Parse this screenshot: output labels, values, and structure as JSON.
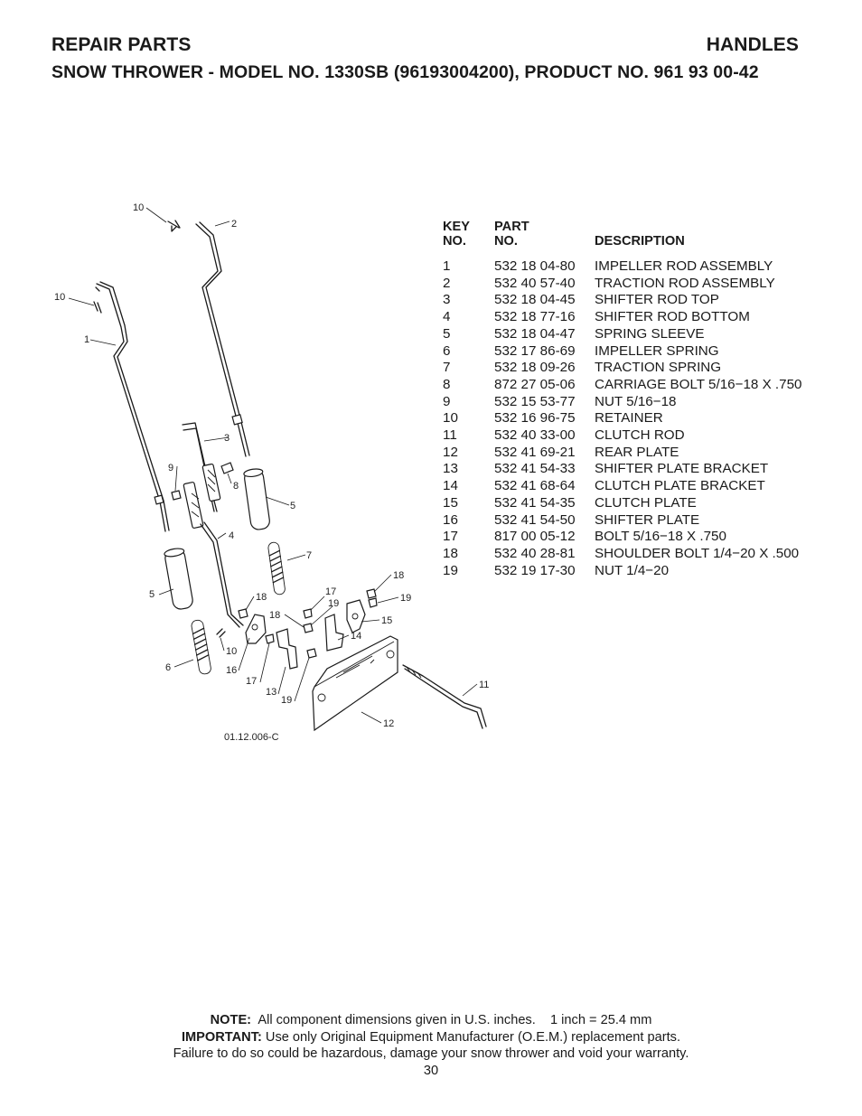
{
  "header": {
    "left": "REPAIR PARTS",
    "right": "HANDLES",
    "subtitle_prefix": "SNOW THROWER - MODEL NO. ",
    "model": "1330SB",
    "subtitle_suffix": " (96193004200), PRODUCT NO. 961 93 00-42"
  },
  "diagram": {
    "code": "01.12.006-C",
    "callouts": {
      "c10a": "10",
      "c2": "2",
      "c10b": "10",
      "c1": "1",
      "c3": "3",
      "c9": "9",
      "c8": "8",
      "c5a": "5",
      "c4": "4",
      "c7": "7",
      "c5b": "5",
      "c18a": "18",
      "c17a": "17",
      "c19a": "19",
      "c18b": "18",
      "c19b": "19",
      "c18c": "18",
      "c15": "15",
      "c14": "14",
      "c10c": "10",
      "c6": "6",
      "c16": "16",
      "c17b": "17",
      "c13": "13",
      "c19c": "19",
      "c11": "11",
      "c12": "12"
    }
  },
  "table": {
    "headers": {
      "key": "KEY\nNO.",
      "part": "PART\nNO.",
      "description": "DESCRIPTION"
    },
    "rows": [
      [
        "1",
        "532 18 04-80",
        "IMPELLER ROD ASSEMBLY"
      ],
      [
        "2",
        "532 40 57-40",
        "TRACTION ROD ASSEMBLY"
      ],
      [
        "3",
        "532 18 04-45",
        "SHIFTER ROD TOP"
      ],
      [
        "4",
        "532 18 77-16",
        "SHIFTER ROD BOTTOM"
      ],
      [
        "5",
        "532 18 04-47",
        "SPRING SLEEVE"
      ],
      [
        "6",
        "532 17 86-69",
        "IMPELLER SPRING"
      ],
      [
        "7",
        "532 18 09-26",
        "TRACTION SPRING"
      ],
      [
        "8",
        "872 27 05-06",
        "CARRIAGE BOLT 5/16−18 X .750"
      ],
      [
        "9",
        "532 15 53-77",
        "NUT 5/16−18"
      ],
      [
        "10",
        "532 16 96-75",
        "RETAINER"
      ],
      [
        "11",
        "532 40 33-00",
        "CLUTCH ROD"
      ],
      [
        "12",
        "532 41 69-21",
        "REAR PLATE"
      ],
      [
        "13",
        "532 41 54-33",
        "SHIFTER PLATE BRACKET"
      ],
      [
        "14",
        "532 41 68-64",
        "CLUTCH PLATE BRACKET"
      ],
      [
        "15",
        "532 41 54-35",
        "CLUTCH PLATE"
      ],
      [
        "16",
        "532 41 54-50",
        "SHIFTER PLATE"
      ],
      [
        "17",
        "817 00 05-12",
        "BOLT 5/16−18 X .750"
      ],
      [
        "18",
        "532 40 28-81",
        "SHOULDER BOLT 1/4−20 X .500"
      ],
      [
        "19",
        "532 19 17-30",
        "NUT 1/4−20"
      ]
    ]
  },
  "footer": {
    "note_label": "NOTE:",
    "note_text": "  All component dimensions given in U.S. inches.    1 inch = 25.4 mm",
    "important_label": "IMPORTANT:",
    "important_text": " Use only Original Equipment Manufacturer (O.E.M.) replacement parts.",
    "line3": "Failure to do so could be hazardous, damage your snow thrower and void your warranty.",
    "page": "30"
  }
}
